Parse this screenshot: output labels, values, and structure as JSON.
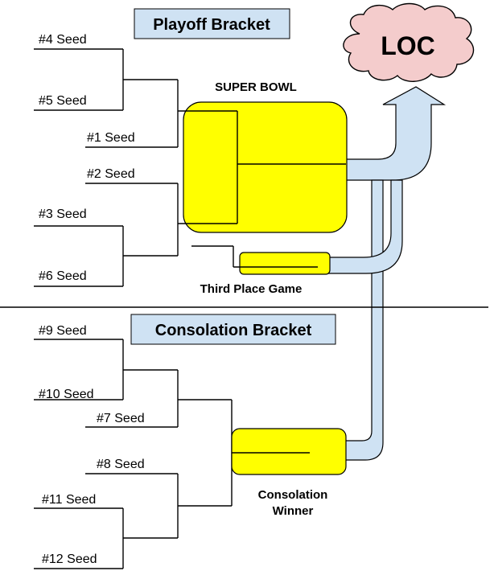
{
  "titles": {
    "playoff": "Playoff Bracket",
    "consolation": "Consolation Bracket"
  },
  "destination": "LOC",
  "games": {
    "super_bowl": "SUPER BOWL",
    "third_place": "Third Place Game",
    "consolation_winner_line1": "Consolation",
    "consolation_winner_line2": "Winner"
  },
  "playoff_seeds": [
    "#4 Seed",
    "#5 Seed",
    "#1 Seed",
    "#2 Seed",
    "#3 Seed",
    "#6 Seed"
  ],
  "consolation_seeds": [
    "#9 Seed",
    "#10 Seed",
    "#7 Seed",
    "#8 Seed",
    "#11 Seed",
    "#12 Seed"
  ],
  "colors": {
    "title_box": "#cfe2f3",
    "game_box": "#ffff00",
    "pipe": "#cfe2f3",
    "cloud": "#f4cccc"
  }
}
